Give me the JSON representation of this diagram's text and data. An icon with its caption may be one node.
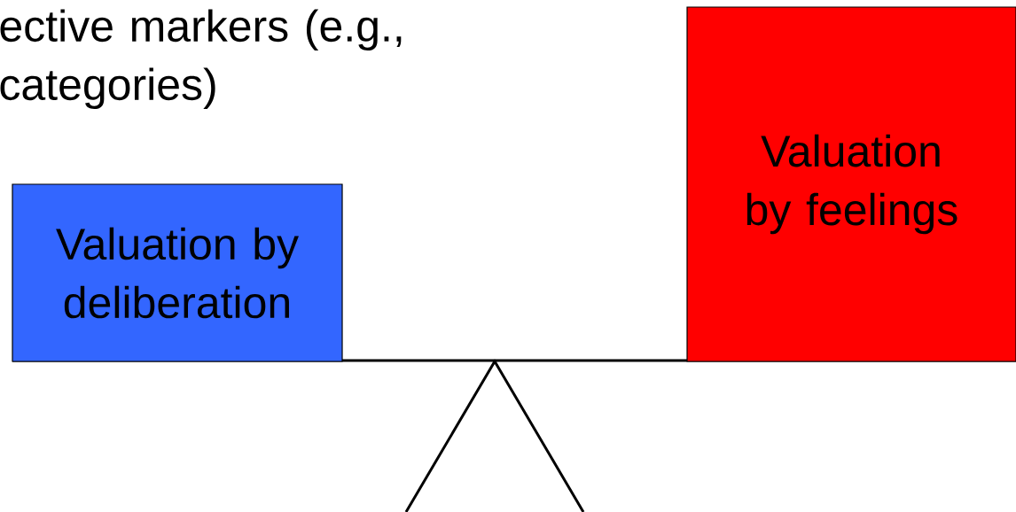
{
  "diagram": {
    "nodes": [
      {
        "text": [
          "Valuation by deliberation"
        ]
      },
      {
        "text": [
          "Valuation by feelings"
        ]
      }
    ],
    "labels": [
      "ective markers (e.g., categories)"
    ]
  }
}
